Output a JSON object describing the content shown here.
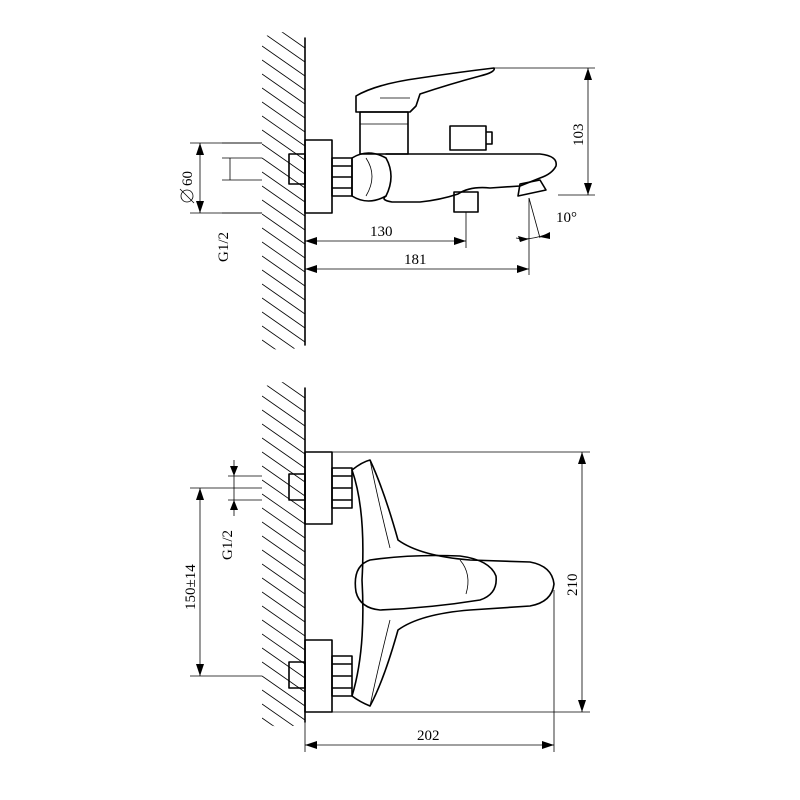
{
  "side_view": {
    "dims": {
      "diameter": "60",
      "thread": "G1/2",
      "len_130": "130",
      "len_181": "181",
      "height_103": "103",
      "angle": "10°"
    }
  },
  "top_view": {
    "dims": {
      "thread": "G1/2",
      "spacing": "150±14",
      "height_210": "210",
      "width_202": "202"
    }
  }
}
